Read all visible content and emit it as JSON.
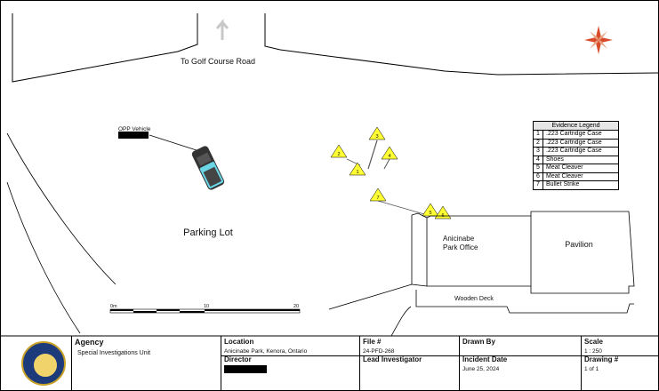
{
  "map": {
    "road_label": "To Golf Course Road",
    "vehicle_label": "OPP Vehicle",
    "parking_label": "Parking Lot",
    "office_label_line1": "Anicinabe",
    "office_label_line2": "Park Office",
    "pavilion_label": "Pavilion",
    "deck_label": "Wooden Deck",
    "scale_bar": {
      "ticks": [
        "0m",
        "10",
        "20"
      ]
    },
    "markers": [
      "1",
      "2",
      "3",
      "4",
      "5",
      "6",
      "7"
    ],
    "colors": {
      "marker": "#ffff33",
      "vehicle_glass": "#66d9e8",
      "vehicle_body": "#333333"
    }
  },
  "legend": {
    "title": "Evidence Legend",
    "items": [
      {
        "num": "1",
        "text": ".223 Cartridge Case"
      },
      {
        "num": "2",
        "text": ".223 Cartridge Case"
      },
      {
        "num": "3",
        "text": ".223 Cartridge Case"
      },
      {
        "num": "4",
        "text": "Shoes"
      },
      {
        "num": "5",
        "text": "Meat Cleaver"
      },
      {
        "num": "6",
        "text": "Meat Cleaver"
      },
      {
        "num": "7",
        "text": "Bullet Strike"
      }
    ]
  },
  "title_block": {
    "agency_header": "Agency",
    "agency_value": "Special Investigations Unit",
    "location_header": "Location",
    "location_value": "Anicinabe Park, Kenora, Ontario",
    "director_header": "Director",
    "file_header": "File #",
    "file_value": "24-PFD-268",
    "lead_header": "Lead Investigator",
    "drawn_header": "Drawn By",
    "incident_header": "Incident Date",
    "incident_value": "June 25, 2024",
    "scale_header": "Scale",
    "scale_value": "1 : 250",
    "drawing_header": "Drawing #",
    "drawing_value": "1 of 1"
  }
}
